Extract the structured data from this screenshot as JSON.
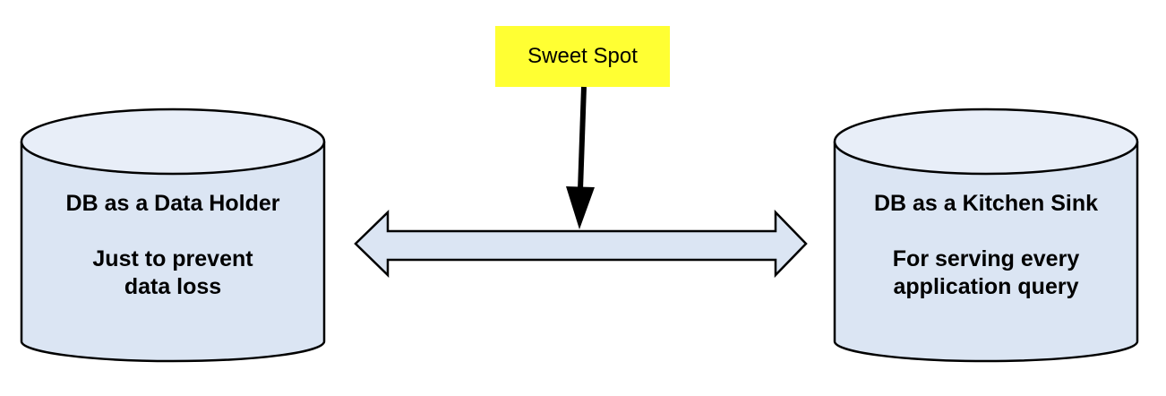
{
  "colors": {
    "cylinder_fill": "#dbe5f3",
    "cylinder_top_fill": "#e8eef8",
    "arrow_fill": "#dbe5f3",
    "stroke": "#000000",
    "note_fill": "#ffff33"
  },
  "left_db": {
    "title": "DB as a Data Holder",
    "subtitle": "Just to prevent data loss"
  },
  "right_db": {
    "title": "DB as a Kitchen Sink",
    "subtitle": "For serving every application query"
  },
  "note": {
    "label": "Sweet Spot"
  }
}
